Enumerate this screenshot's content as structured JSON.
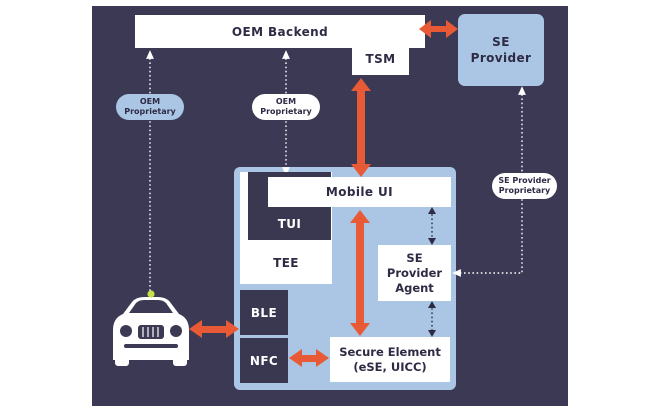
{
  "nodes": {
    "oem_backend": "OEM Backend",
    "tsm": "TSM",
    "se_provider": "SE\nProvider",
    "mobile_ui": "Mobile UI",
    "tui": "TUI",
    "tee": "TEE",
    "se_provider_agent": "SE\nProvider\nAgent",
    "ble": "BLE",
    "nfc": "NFC",
    "secure_element": "Secure Element\n(eSE, UICC)"
  },
  "labels": {
    "oem_proprietary_left": "OEM\nProprietary",
    "oem_proprietary_center": "OEM\nProprietary",
    "se_provider_proprietary": "SE Provider\nProprietary"
  },
  "icons": {
    "car": "car-icon"
  },
  "colors": {
    "background": "#3b3954",
    "box_white": "#ffffff",
    "box_light_blue": "#aac6e4",
    "box_dark": "#3a3850",
    "arrow_orange": "#e85a35",
    "car_dot": "#c8e04a"
  }
}
